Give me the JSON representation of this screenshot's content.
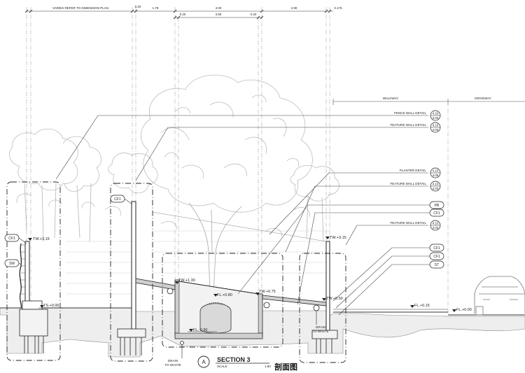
{
  "dimensions": [
    {
      "key": "d1",
      "text": "VARIES REFER TO DIMENSION PLAN"
    },
    {
      "key": "d2",
      "text": "0.20"
    },
    {
      "key": "d3",
      "text": "1.78"
    },
    {
      "key": "d4",
      "text": "4.00"
    },
    {
      "key": "d5",
      "text": "2.90"
    },
    {
      "key": "d6",
      "text": "0.175"
    },
    {
      "key": "d7",
      "text": "0.20"
    },
    {
      "key": "d8",
      "text": "3.60"
    },
    {
      "key": "d9",
      "text": "0.20"
    }
  ],
  "zones": {
    "walkway": "WALKWAY",
    "driveway": "DRIVEWAY"
  },
  "callouts": [
    {
      "text": "FENCE WALL DETAIL",
      "ref_top": "4.10",
      "ref_bottom": "4.04"
    },
    {
      "text": "FEATURE WALL DETAIL",
      "ref_top": "4.10",
      "ref_bottom": "4.03"
    },
    {
      "text": "PLANTER DETAIL",
      "ref_top": "4.10",
      "ref_bottom": "4.06"
    },
    {
      "text": "FEATURE WALL DETAIL",
      "ref_top": "4.10",
      "ref_bottom": "4.03"
    },
    {
      "text": "FEATURE WALL DETAIL",
      "ref_top": "4.10",
      "ref_bottom": "4.02"
    }
  ],
  "material_tags": [
    {
      "key": "pb",
      "text": "PB"
    },
    {
      "key": "cf1a",
      "text": "CF1"
    },
    {
      "key": "cf1b",
      "text": "CF1"
    },
    {
      "key": "cf1c",
      "text": "CF1"
    },
    {
      "key": "st",
      "text": "ST"
    },
    {
      "key": "cf1left",
      "text": "CF1"
    },
    {
      "key": "sw",
      "text": "SW"
    },
    {
      "key": "cf1wall",
      "text": "CF1"
    }
  ],
  "levels": [
    {
      "key": "tw315l",
      "text": "TW.+3.15"
    },
    {
      "key": "ts000",
      "text": "TS.+0.00"
    },
    {
      "key": "tw130",
      "text": "TW.+1.30"
    },
    {
      "key": "fl080",
      "text": "FL.+0.80"
    },
    {
      "key": "tw075",
      "text": "TW.+0.75"
    },
    {
      "key": "fl090",
      "text": "FL.-0.90"
    },
    {
      "key": "tw050",
      "text": "TW.+0.50"
    },
    {
      "key": "tw315r",
      "text": "TW.+3.15"
    },
    {
      "key": "fl015",
      "text": "FL.+0.15"
    },
    {
      "key": "fl000",
      "text": "FL.+0.00"
    }
  ],
  "drains": [
    {
      "key": "drain1",
      "line1": "DRAIN",
      "line2": "TO WASTE"
    },
    {
      "key": "drain2",
      "line1": "DRAIN",
      "line2": "TO WASTE"
    }
  ],
  "title_block": {
    "marker": "A",
    "title": "SECTION 3",
    "scale_label": "SCALE",
    "scale": "1:50",
    "chinese_title": "剖面图"
  }
}
